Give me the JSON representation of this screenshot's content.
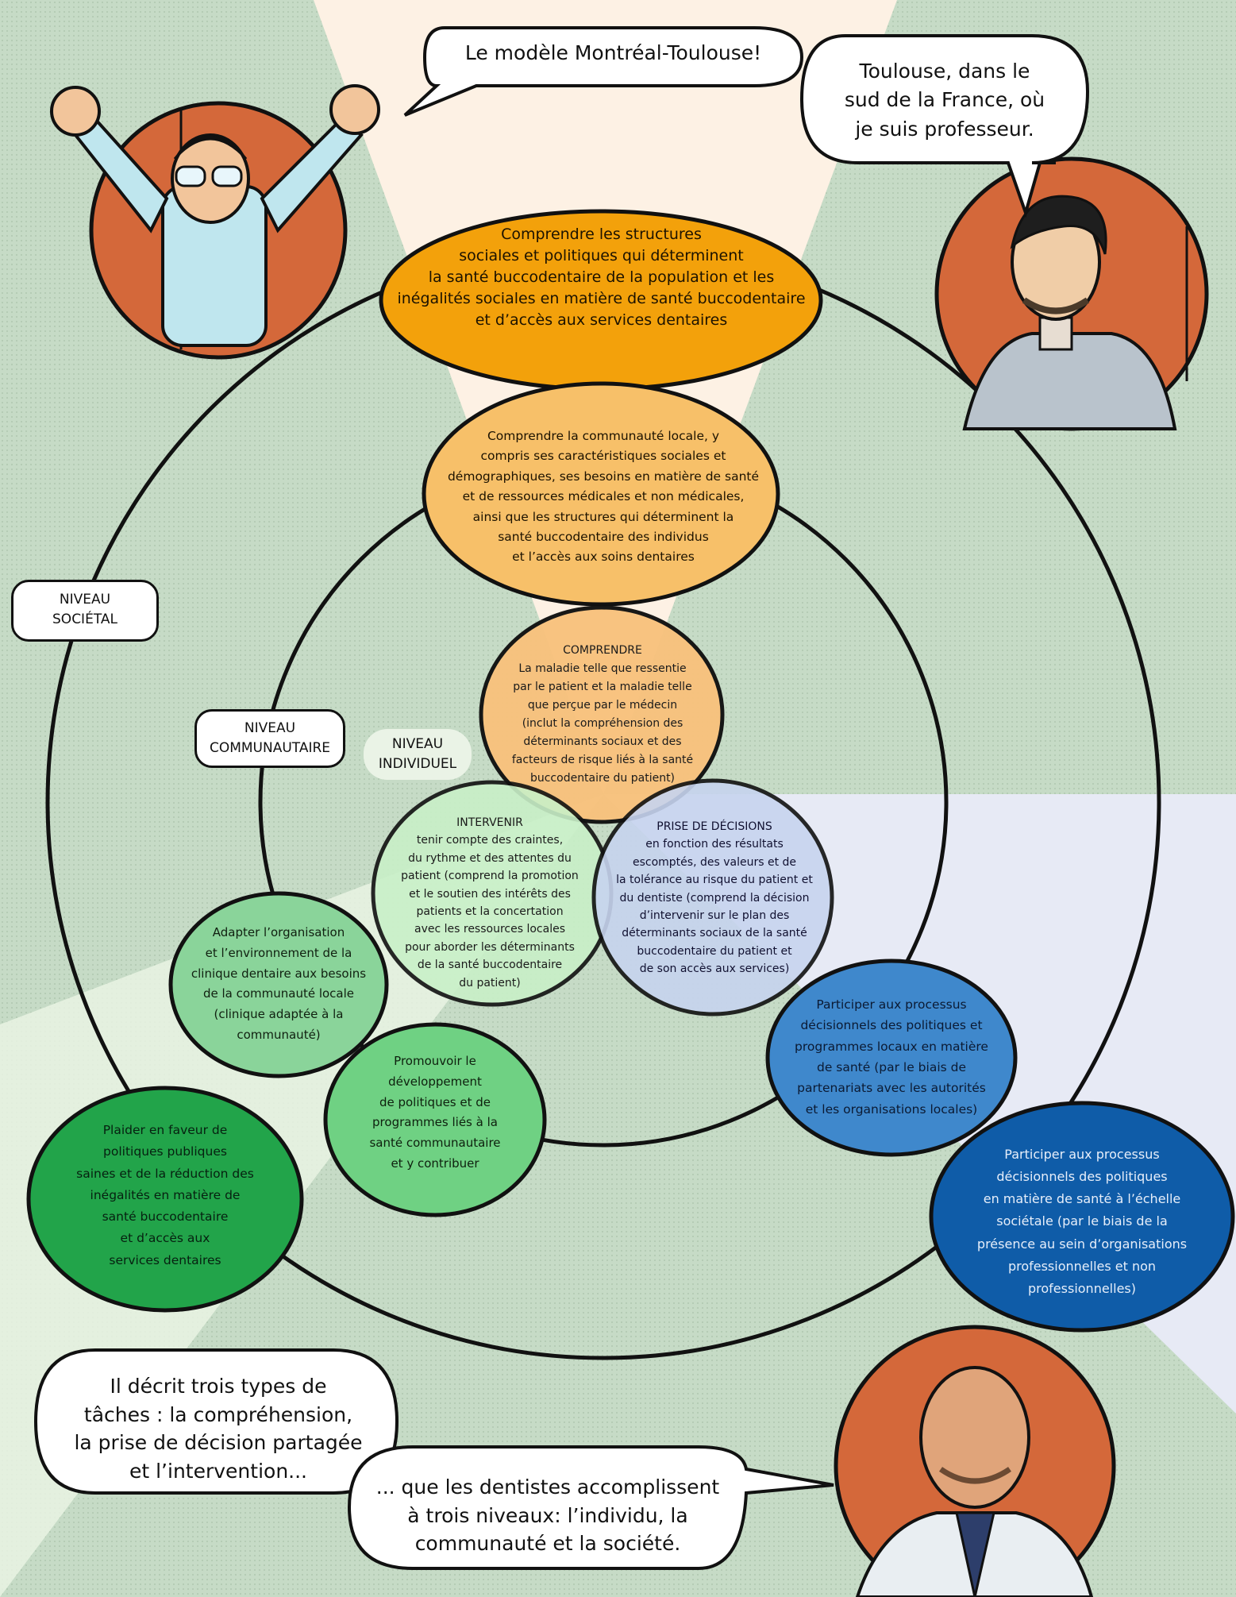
{
  "colors": {
    "background_green": "#c9dcc9",
    "ray_cream": "#fdf1e4",
    "ray_lavender": "#e7eaf5",
    "orange_outer": "#f3a10b",
    "orange_mid": "#f7c069",
    "orange_inner": "#f8c27d",
    "green_intervenir": "#c9f0c8",
    "blue_decisions": "#c7d4ef",
    "green_adapter": "#8ad49a",
    "green_promouvoir": "#6fd183",
    "green_plaider": "#22a44a",
    "blue_participer_local": "#3f88cc",
    "blue_participer_societal": "#0f5ca8",
    "portrait_orange": "#d4683a"
  },
  "speech_bubbles": {
    "title": "Le modèle Montréal-Toulouse!",
    "toulouse": "Toulouse, dans le\nsud de la France, où\nje suis professeur.",
    "trois_types": "Il décrit trois types de\ntâches : la compréhension,\nla prise de décision partagée\net l’intervention...",
    "trois_niveaux": "... que les dentistes accomplissent\nà trois niveaux: l’individu, la\ncommunauté et la société."
  },
  "levels": {
    "societal": "NIVEAU\nSOCIÉTAL",
    "communautaire": "NIVEAU\nCOMMUNAUTAIRE",
    "individuel": "NIVEAU\nINDIVIDUEL"
  },
  "nodes": {
    "societal_comprendre": "Comprendre les structures\nsociales et politiques qui déterminent\nla santé buccodentaire de la population et les\ninégalités sociales en matière de santé buccodentaire\net d’accès  aux services dentaires",
    "communautaire_comprendre": "Comprendre la communauté locale,  y\ncompris ses caractéristiques sociales et\ndémographiques, ses besoins en matière de santé\net de ressources médicales et non médicales,\nainsi  que les structures qui déterminent la\nsanté buccodentaire des individus\net l’accès aux soins dentaires",
    "individuel_comprendre": "COMPRENDRE\nLa maladie telle que ressentie\npar le patient et la maladie telle\nque  perçue par le médecin\n(inclut la compréhension des\ndéterminants sociaux et des\nfacteurs de risque liés à la santé\nbuccodentaire du patient)",
    "individuel_intervenir": "INTERVENIR\ntenir compte des craintes,\ndu rythme et des attentes du\npatient (comprend la promotion\net le soutien des intérêts des\npatients et la concertation\navec les ressources locales\npour aborder les déterminants\nde la santé buccodentaire\ndu patient)",
    "individuel_decisions": "PRISE DE DÉCISIONS\nen fonction des résultats\nescomptés, des valeurs et de\nla tolérance au risque du patient et\ndu dentiste (comprend la décision\nd’intervenir sur le plan des\ndéterminants sociaux de la santé\nbuccodentaire du patient et\nde son accès aux services)",
    "communautaire_adapter": "Adapter l’organisation\net l’environnement de la\nclinique dentaire aux besoins\nde la communauté locale\n(clinique adaptée à la\ncommunauté)",
    "communautaire_promouvoir": "Promouvoir le\ndéveloppement\nde politiques et de\nprogrammes liés à la\nsanté communautaire\net y contribuer",
    "societal_plaider": "Plaider en faveur de\npolitiques publiques\nsaines  et de la réduction des\ninégalités  en matière de\nsanté buccodentaire\net d’accès aux\nservices dentaires",
    "communautaire_participer": "Participer aux processus\ndécisionnels des politiques et\nprogrammes locaux en matière\nde santé (par le biais de\npartenariats avec les autorités\net les organisations locales)",
    "societal_participer": "Participer aux processus\ndécisionnels des politiques\nen matière de santé à l’échelle\nsociétale (par le biais de la\nprésence au sein d’organisations\nprofessionnelles et non\nprofessionnelles)"
  }
}
